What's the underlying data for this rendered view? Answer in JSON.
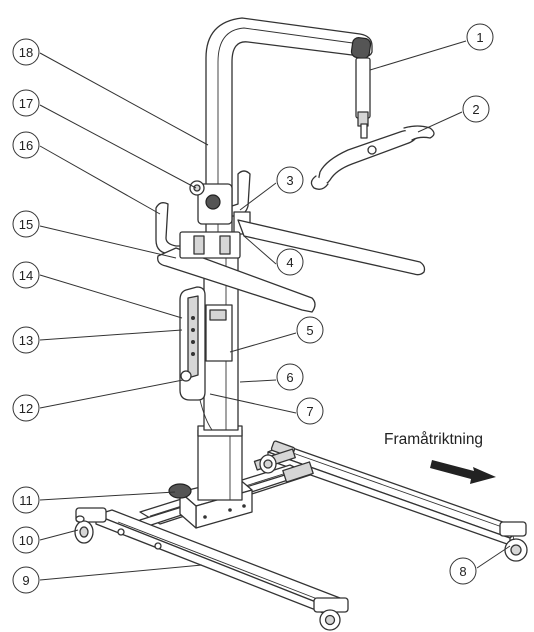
{
  "direction_label": "Framåtriktning",
  "callouts": [
    {
      "id": "c1",
      "label": "1"
    },
    {
      "id": "c2",
      "label": "2"
    },
    {
      "id": "c3",
      "label": "3"
    },
    {
      "id": "c4",
      "label": "4"
    },
    {
      "id": "c5",
      "label": "5"
    },
    {
      "id": "c6",
      "label": "6"
    },
    {
      "id": "c7",
      "label": "7"
    },
    {
      "id": "c8",
      "label": "8"
    },
    {
      "id": "c9",
      "label": "9"
    },
    {
      "id": "c10",
      "label": "10"
    },
    {
      "id": "c11",
      "label": "11"
    },
    {
      "id": "c12",
      "label": "12"
    },
    {
      "id": "c13",
      "label": "13"
    },
    {
      "id": "c14",
      "label": "14"
    },
    {
      "id": "c15",
      "label": "15"
    },
    {
      "id": "c16",
      "label": "16"
    },
    {
      "id": "c17",
      "label": "17"
    },
    {
      "id": "c18",
      "label": "18"
    }
  ]
}
